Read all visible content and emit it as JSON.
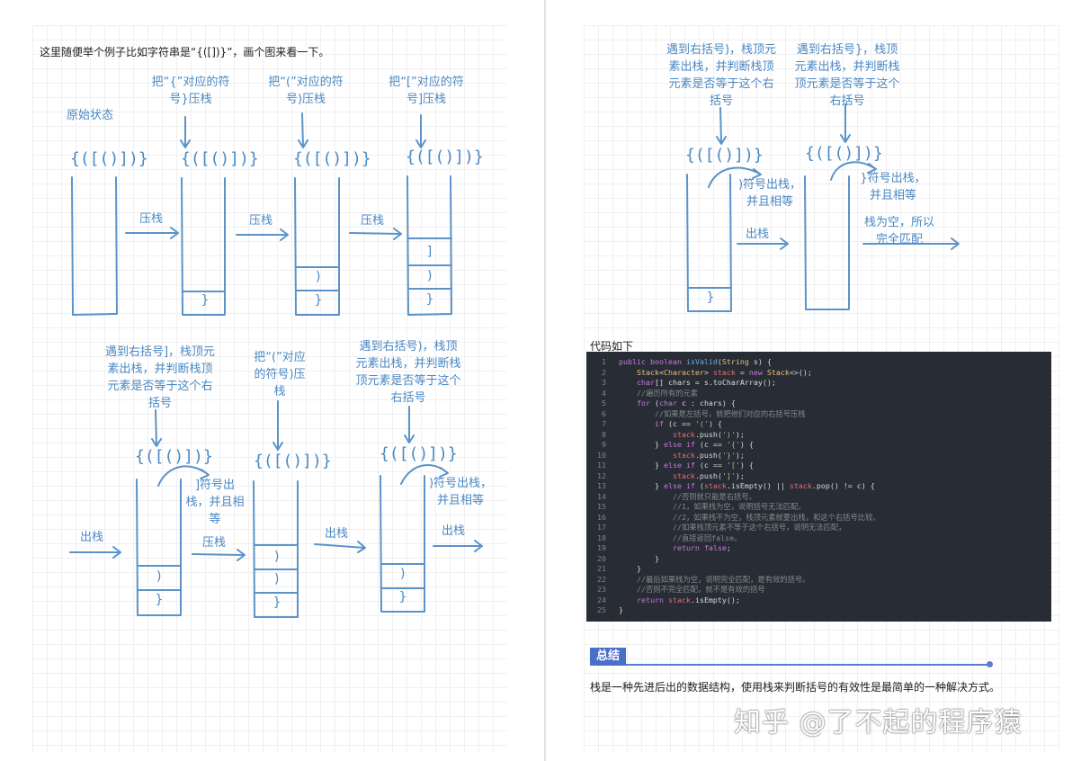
{
  "left": {
    "intro": "这里随便举个例子比如字符串是“{([])}”，画个图来看一下。",
    "orig_state": "原始状态",
    "string": "{([()])}",
    "push_label": "压栈",
    "pop_label": "出栈",
    "push_sym_curly": "把“{”对应的符号}压栈",
    "push_sym_paren": "把“(”对应的符号)压栈",
    "push_sym_bracket": "把“[”对应的符号]压栈",
    "push_sym_paren2": "把“(”对应的符号)压栈",
    "meet_bracket": "遇到右括号]，栈顶元素出栈，并判断栈顶元素是否等于这个右括号",
    "meet_paren": "遇到右括号)，栈顶元素出栈，并判断栈顶元素是否等于这个右括号",
    "pop_bracket_equal": "]符号出栈，并且相等",
    "pop_paren_equal": ")符号出栈，并且相等",
    "cells": {
      "curly": "}",
      "paren": ")",
      "bracket": "]"
    }
  },
  "right": {
    "meet_paren": "遇到右括号)，栈顶元素出栈，并判断栈顶元素是否等于这个右括号",
    "meet_curly": "遇到右括号}，栈顶元素出栈，并判断栈顶元素是否等于这个右括号",
    "pop_paren_equal": ")符号出栈，并且相等",
    "pop_curly_equal": "}符号出栈，并且相等",
    "pop_label": "出栈",
    "empty_match": "栈为空，所以完全匹配",
    "code_heading": "代码如下",
    "summary_title": "总结",
    "summary_text": "栈是一种先进后出的数据结构，使用栈来判断括号的有效性是最简单的一种解决方式。",
    "watermark": "知乎 @了不起的程序猿"
  },
  "code_lines": [
    "public boolean isValid(String s) {",
    "    Stack<Character> stack = new Stack<>();",
    "    char[] chars = s.toCharArray();",
    "    //遍历所有的元素",
    "    for (char c : chars) {",
    "        //如果是左括号，就把他们对应的右括号压栈",
    "        if (c == '(') {",
    "            stack.push(')');",
    "        } else if (c == '{') {",
    "            stack.push('}');",
    "        } else if (c == '[') {",
    "            stack.push(']');",
    "        } else if (stack.isEmpty() || stack.pop() != c) {",
    "            //否则就只能是右括号。",
    "            //1，如果栈为空，说明括号无法匹配。",
    "            //2，如果栈不为空，栈顶元素就要出栈，和这个右括号比较。",
    "            //如果栈顶元素不等于这个右括号，说明无法匹配，",
    "            //直接返回false。",
    "            return false;",
    "        }",
    "    }",
    "    //最后如果栈为空，说明完全匹配，是有效的括号。",
    "    //否则不完全匹配，就不是有效的括号",
    "    return stack.isEmpty();",
    "}"
  ]
}
